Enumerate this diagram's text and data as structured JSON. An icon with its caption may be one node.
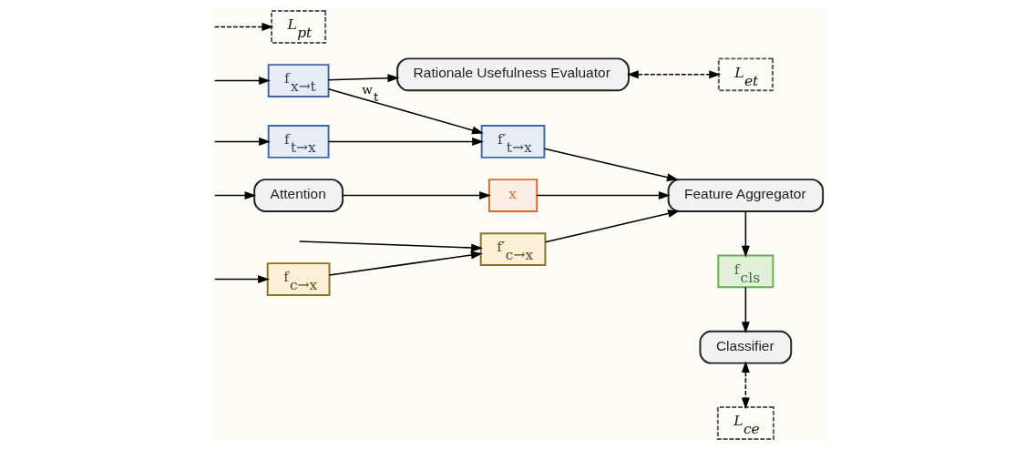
{
  "diagram": {
    "nodes": [
      {
        "text": [
          "Attention"
        ]
      },
      {
        "text": [
          "x"
        ]
      },
      {
        "text": [
          "Feature Aggregator"
        ]
      },
      {
        "text": [
          "f$_{t→x}$"
        ]
      },
      {
        "text": [
          "f′$_{t→x}$"
        ]
      },
      {
        "text": [
          "f$_{x→t}$"
        ]
      },
      {
        "text": [
          "Rationale Usefulness Evaluator"
        ]
      },
      {
        "text": [
          "L$_{et}$"
        ]
      },
      {
        "text": [
          "L$_{pt}$"
        ]
      },
      {
        "text": [
          "f$_{cls}$"
        ]
      },
      {
        "text": [
          "Classifier"
        ]
      },
      {
        "text": [
          "f$_{c→x}$"
        ]
      },
      {
        "text": [
          "f′$_{c→x}$"
        ]
      },
      {
        "text": [
          "L$_{ce}$"
        ]
      }
    ],
    "edges": [
      {
        "from": null,
        "to": 0,
        "arrow": "to"
      },
      {
        "from": 0,
        "to": 1,
        "arrow": "to"
      },
      {
        "from": 1,
        "to": 2,
        "arrow": "to"
      },
      {
        "from": null,
        "to": 3,
        "arrow": "to"
      },
      {
        "from": 3,
        "to": 4,
        "arrow": "to"
      },
      {
        "from": null,
        "to": 5,
        "arrow": "to"
      },
      {
        "from": 5,
        "to": 4,
        "arrow": "to",
        "label": "w$_{t}$"
      },
      {
        "from": 5,
        "to": 6,
        "arrow": "to"
      },
      {
        "from": 6,
        "to": 7,
        "arrow": "both",
        "style": "dashed"
      },
      {
        "from": null,
        "to": 8,
        "arrow": "to",
        "style": "dashed"
      },
      {
        "from": 4,
        "to": 2,
        "arrow": "to"
      },
      {
        "from": null,
        "to": 11,
        "arrow": "to"
      },
      {
        "from": 11,
        "to": 12,
        "arrow": "to"
      },
      {
        "from": null,
        "to": 12,
        "arrow": "to"
      },
      {
        "from": 12,
        "to": 2,
        "arrow": "to"
      },
      {
        "from": 2,
        "to": 9,
        "arrow": "to"
      },
      {
        "from": 9,
        "to": 10,
        "arrow": "to"
      },
      {
        "from": 10,
        "to": 13,
        "arrow": "both",
        "style": "dashed"
      }
    ]
  }
}
